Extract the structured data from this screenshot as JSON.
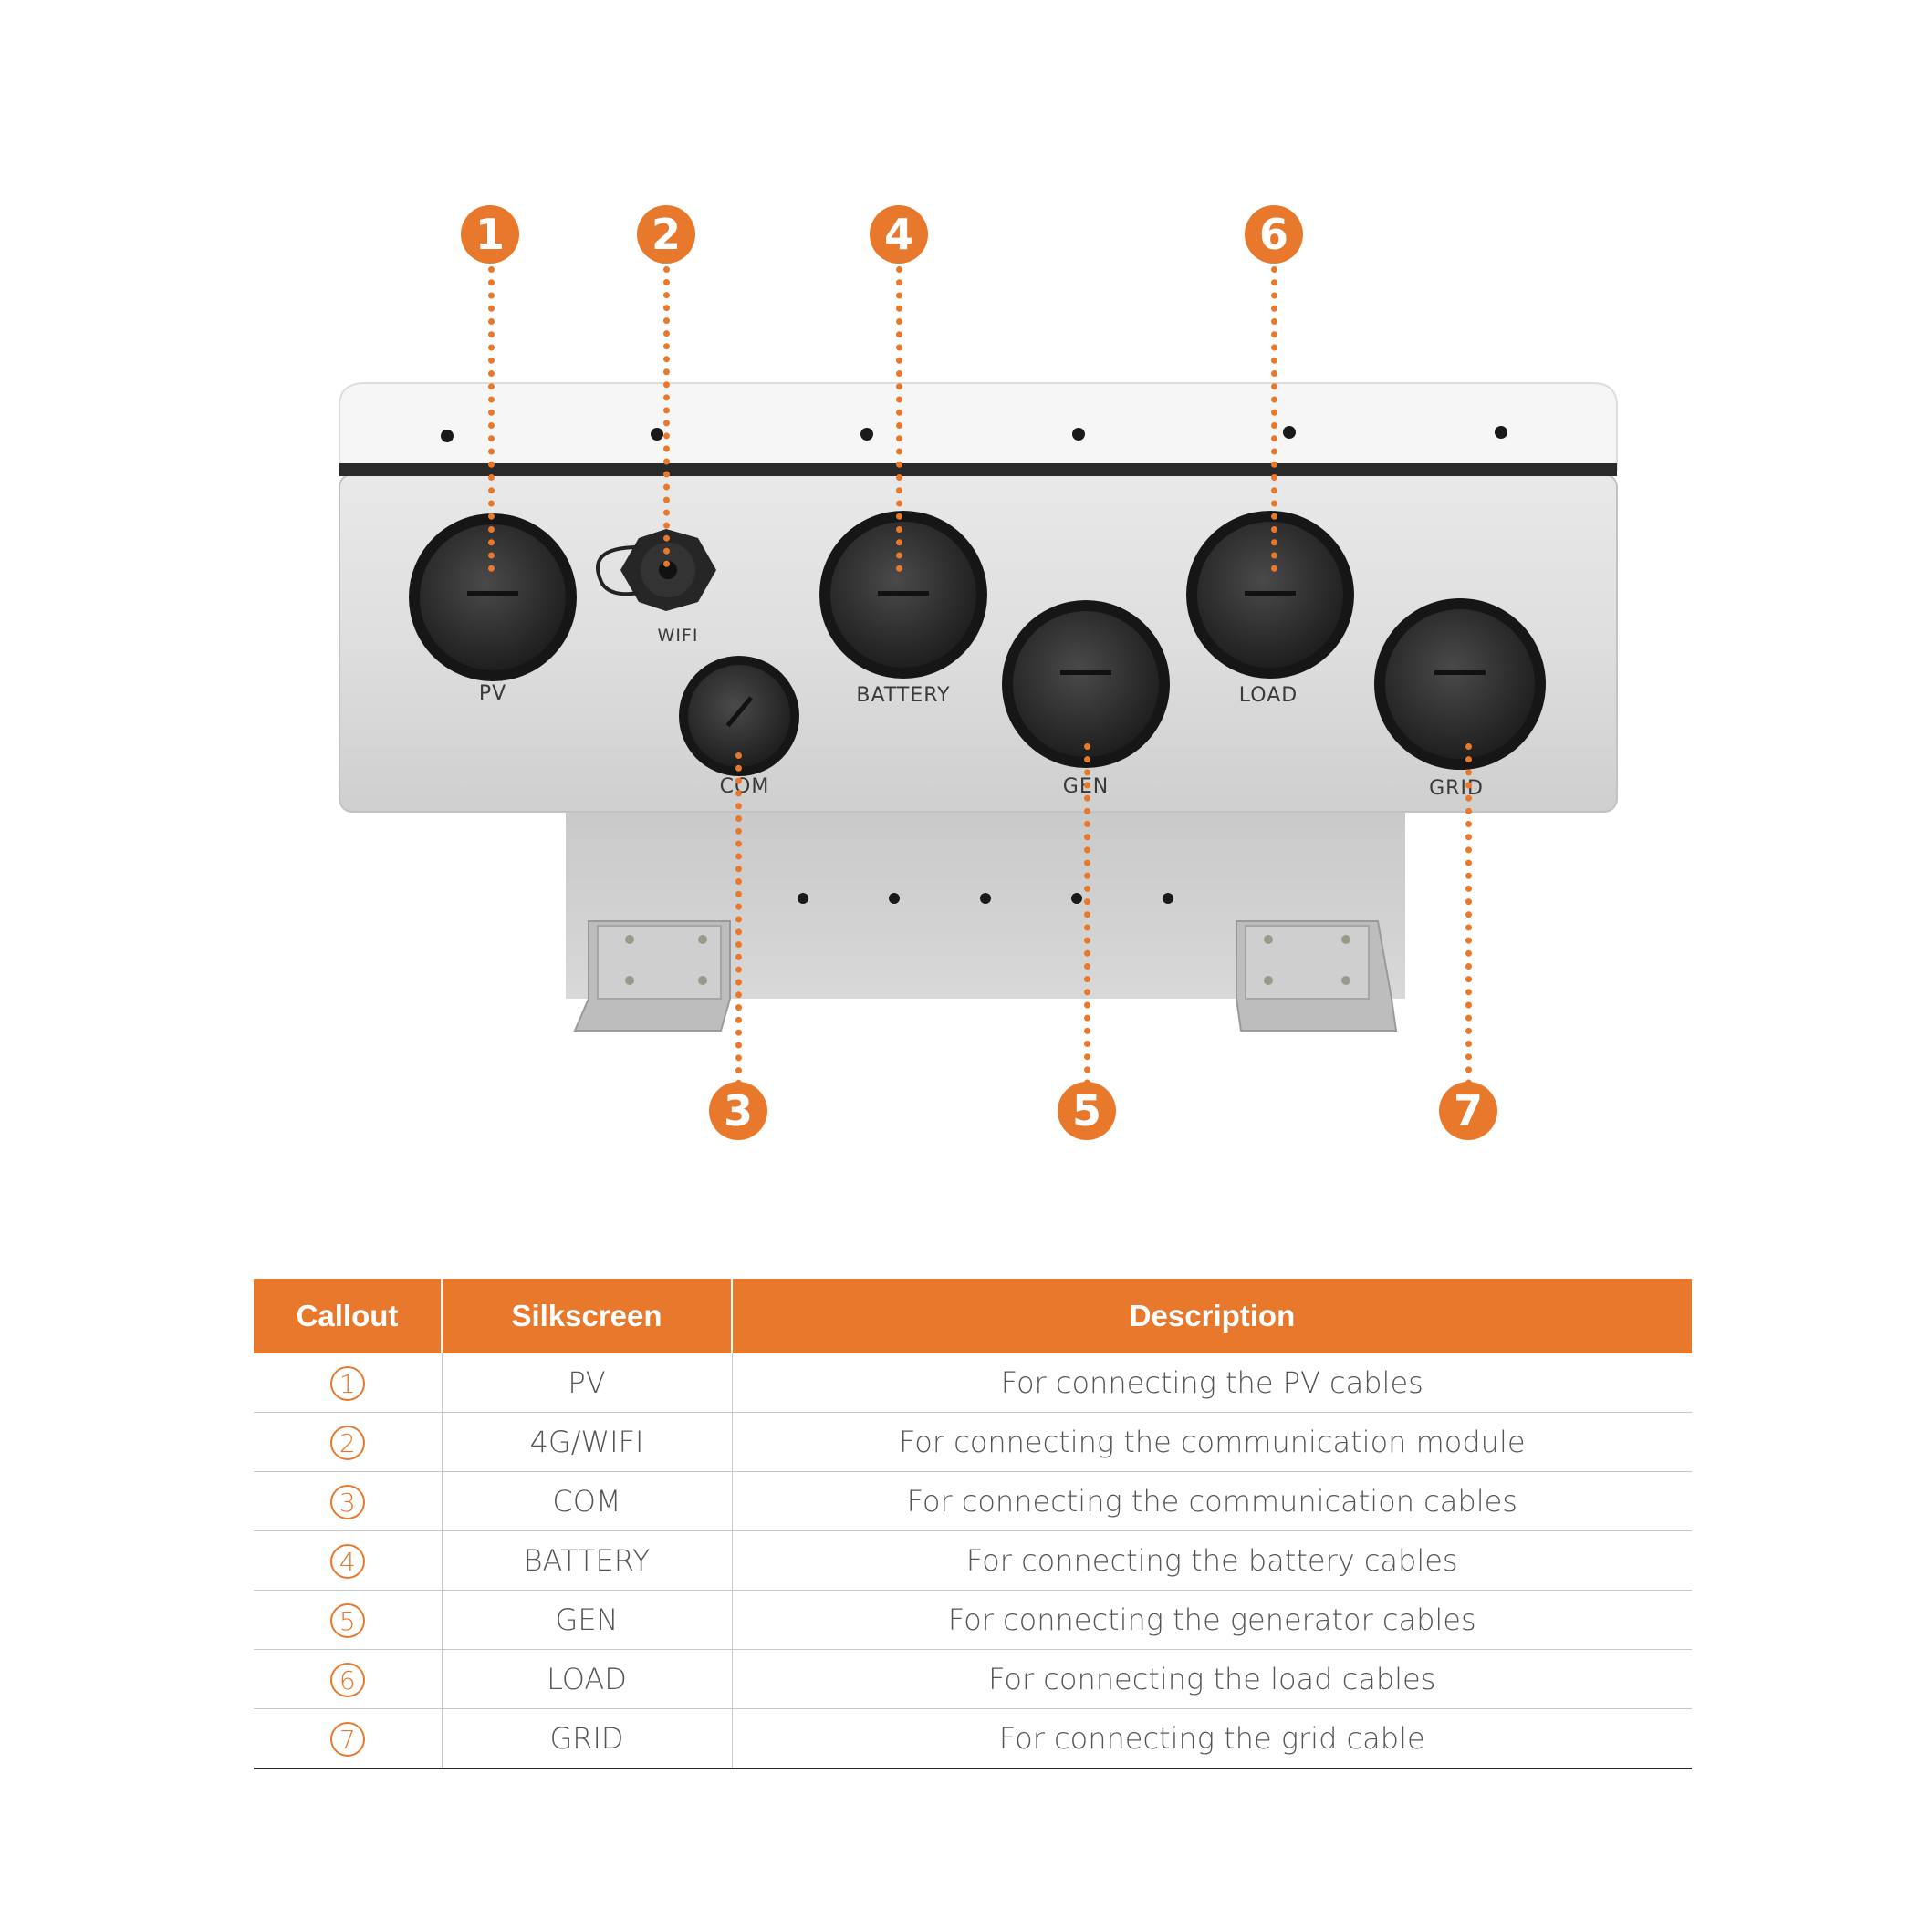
{
  "accent_color": "#e8792c",
  "device": {
    "port_labels": {
      "pv": "PV",
      "wifi": "WIFI",
      "com": "COM",
      "battery": "BATTERY",
      "gen": "GEN",
      "load": "LOAD",
      "grid": "GRID"
    },
    "callouts": [
      "1",
      "2",
      "3",
      "4",
      "5",
      "6",
      "7"
    ]
  },
  "table": {
    "headers": [
      "Callout",
      "Silkscreen",
      "Description"
    ],
    "rows": [
      {
        "callout": "1",
        "silkscreen": "PV",
        "description": "For connecting the PV cables"
      },
      {
        "callout": "2",
        "silkscreen": "4G/WIFI",
        "description": "For connecting the communication module"
      },
      {
        "callout": "3",
        "silkscreen": "COM",
        "description": "For connecting the communication cables"
      },
      {
        "callout": "4",
        "silkscreen": "BATTERY",
        "description": "For connecting the battery cables"
      },
      {
        "callout": "5",
        "silkscreen": "GEN",
        "description": "For connecting the generator cables"
      },
      {
        "callout": "6",
        "silkscreen": "LOAD",
        "description": "For connecting the load cables"
      },
      {
        "callout": "7",
        "silkscreen": "GRID",
        "description": "For connecting the grid cable"
      }
    ]
  }
}
